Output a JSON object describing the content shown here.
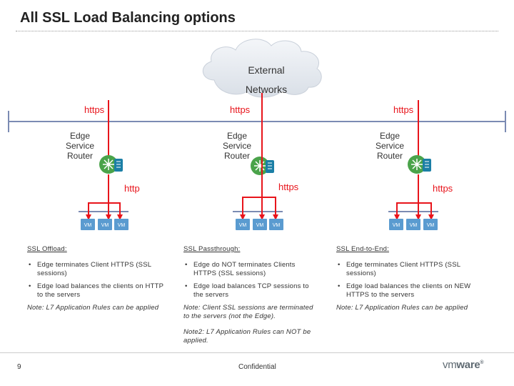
{
  "title": "All SSL Load Balancing options",
  "cloud": {
    "line1": "External",
    "line2": "Networks"
  },
  "top_protocols": [
    "https",
    "https",
    "https"
  ],
  "routers": [
    {
      "line1": "Edge",
      "line2": "Service",
      "line3": "Router"
    },
    {
      "line1": "Edge",
      "line2": "Service",
      "line3": "Router"
    },
    {
      "line1": "Edge",
      "line2": "Service",
      "line3": "Router"
    }
  ],
  "bottom_protocols": [
    "http",
    "https",
    "https"
  ],
  "vm_label": "VM",
  "columns": [
    {
      "heading": "SSL Offload:",
      "bullets": [
        "Edge terminates Client HTTPS (SSL sessions)",
        "Edge load balances the clients on HTTP to the servers"
      ],
      "note": "Note: L7 Application Rules can be applied",
      "note2": ""
    },
    {
      "heading": "SSL Passthrough:",
      "bullets": [
        "Edge do NOT terminates Clients HTTPS (SSL sessions)",
        "Edge load balances TCP sessions to the servers"
      ],
      "note": "Note: Client SSL sessions are terminated to the servers (not the Edge).",
      "note2": "Note2: L7 Application Rules can NOT be applied."
    },
    {
      "heading": "SSL End-to-End:",
      "bullets": [
        "Edge terminates Client HTTPS (SSL sessions)",
        "Edge load balances the clients on NEW HTTPS to the servers"
      ],
      "note": "Note: L7 Application Rules can be applied",
      "note2": ""
    }
  ],
  "footer": {
    "page": "9",
    "confidential": "Confidential",
    "logo_vm": "vm",
    "logo_ware": "ware",
    "logo_reg": "®"
  },
  "colors": {
    "arrow_red": "#e8141b",
    "network_line": "#7b8bb3",
    "router_green": "#4aa34a",
    "router_blue": "#1b7fa6",
    "vm_fill": "#5a9bd0"
  }
}
